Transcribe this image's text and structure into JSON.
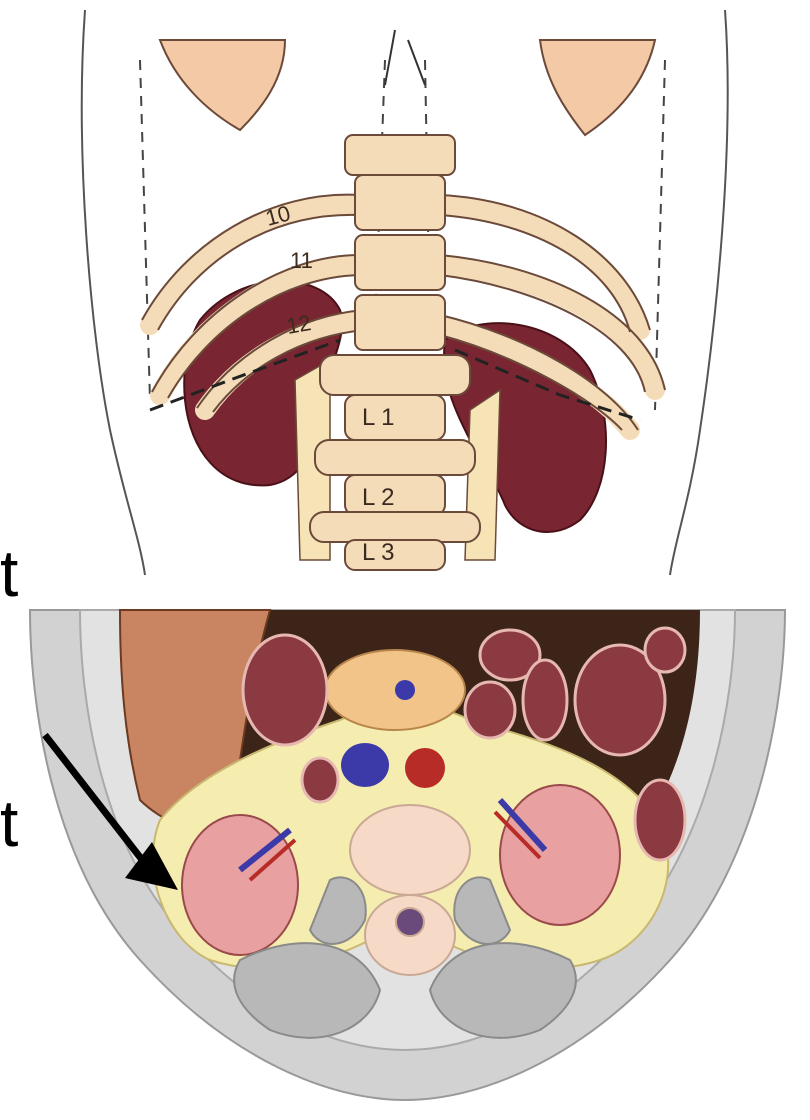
{
  "side_labels": [
    "t",
    "t"
  ],
  "rib_labels": [
    "10",
    "11",
    "12"
  ],
  "vertebra_labels": [
    "L 1",
    "L 2",
    "L 3"
  ],
  "colors": {
    "skin": "#f3c9a6",
    "bone": "#f5dcb9",
    "kidney": "#7a2632",
    "fat": "#f5edb0",
    "muscle": "#c8c8c8",
    "cavity": "#3c2418",
    "liver": "#c98462",
    "vessel_red": "#b82c28",
    "vessel_blue": "#3b3aa8"
  }
}
